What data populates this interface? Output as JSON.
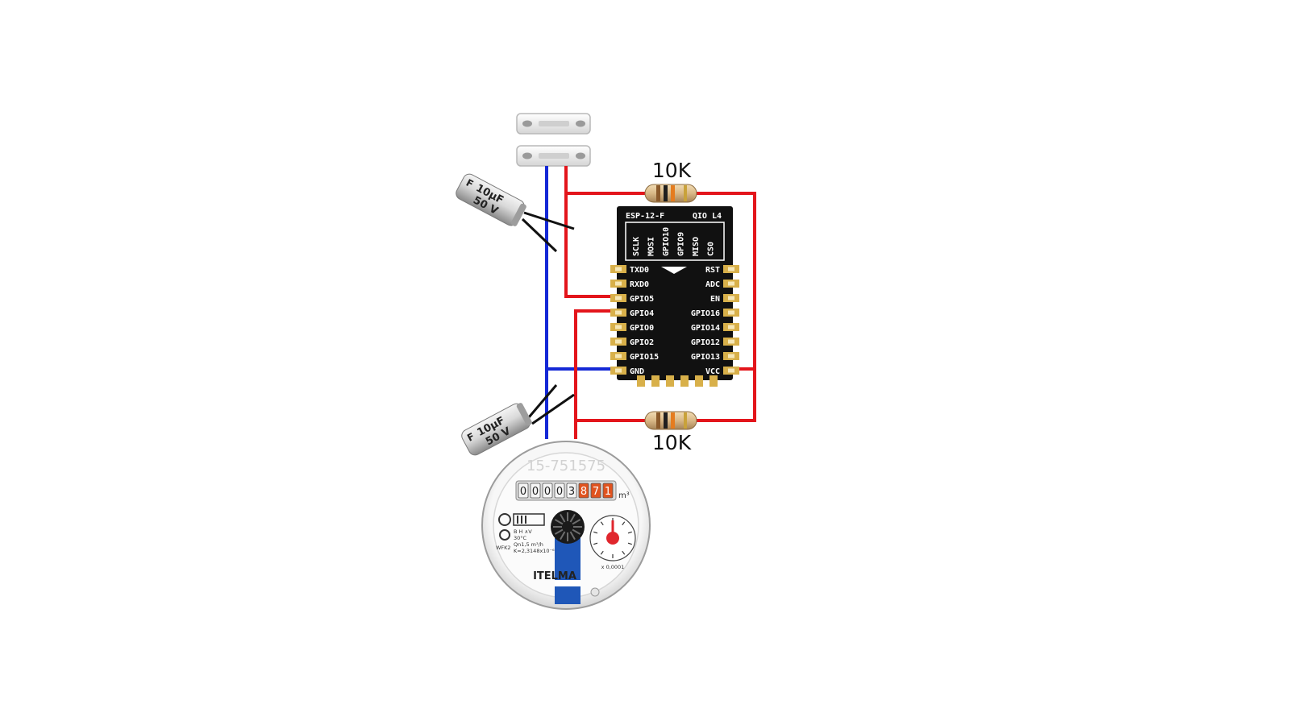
{
  "resistors": [
    {
      "label": "10K"
    },
    {
      "label": "10K"
    }
  ],
  "capacitors": [
    {
      "capacitance": "10µF",
      "voltage": "50 V",
      "mark": "F"
    },
    {
      "capacitance": "10µF",
      "voltage": "50 V",
      "mark": "F"
    }
  ],
  "esp_module": {
    "name": "ESP-12-F",
    "tag": "QIO L4",
    "top_pins": [
      "SCLK",
      "MOSI",
      "GPIO10",
      "GPIO9",
      "MISO",
      "CS0"
    ],
    "left_pins": [
      "TXD0",
      "RXD0",
      "GPIO5",
      "GPIO4",
      "GPIO0",
      "GPIO2",
      "GPIO15",
      "GND"
    ],
    "right_pins": [
      "RST",
      "ADC",
      "EN",
      "GPIO16",
      "GPIO14",
      "GPIO12",
      "GPIO13",
      "VCC"
    ]
  },
  "water_meter": {
    "serial": "15-751575",
    "digits": [
      "0",
      "0",
      "0",
      "0",
      "3",
      "8",
      "7",
      "1"
    ],
    "unit": "m³",
    "brand": "ITELMA",
    "dial_multiplier": "x 0,0001",
    "spec_lines": [
      "В Н  ∧V",
      "30°C",
      "Qn1,5 m³/h",
      "K=2,3148x10⁻⁶"
    ],
    "model": "WFK2"
  },
  "colors": {
    "wire_positive": "#e3151b",
    "wire_ground": "#1428d6",
    "wire_lead": "#111111",
    "module_body": "#111111",
    "pad": "#d8b04a"
  }
}
